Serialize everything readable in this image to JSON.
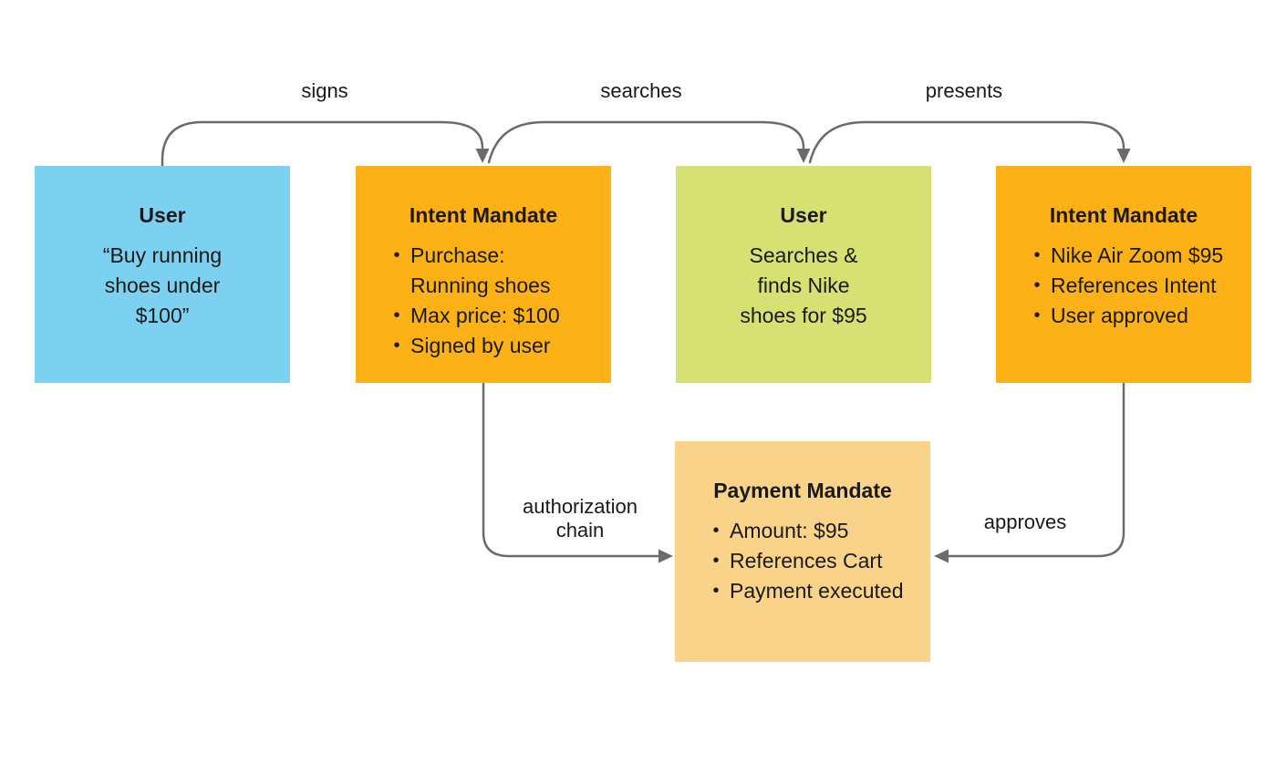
{
  "diagram": {
    "background": "#FFFFFF",
    "arrow_color": "#6B6B6B",
    "text_color": "#1A1A1A",
    "bullet": "•",
    "nodes": [
      {
        "id": "user-request",
        "title": "User",
        "text": "“Buy running\nshoes under\n$100”",
        "color": "#7DD1F0"
      },
      {
        "id": "intent-mandate-signed",
        "title": "Intent Mandate",
        "items": [
          "Purchase:\nRunning shoes",
          "Max price: $100",
          "Signed by user"
        ],
        "color": "#FCB116"
      },
      {
        "id": "user-search",
        "title": "User",
        "text": "Searches &\nfinds Nike\nshoes for $95",
        "color": "#D6E073"
      },
      {
        "id": "intent-mandate-presented",
        "title": "Intent Mandate",
        "items": [
          "Nike Air Zoom $95",
          "References Intent",
          "User approved"
        ],
        "color": "#FCB116"
      },
      {
        "id": "payment-mandate",
        "title": "Payment Mandate",
        "items": [
          "Amount: $95",
          "References Cart",
          "Payment executed"
        ],
        "color": "#FAD38A"
      }
    ],
    "edges": [
      {
        "label": "signs"
      },
      {
        "label": "searches"
      },
      {
        "label": "presents"
      },
      {
        "label": "authorization\nchain"
      },
      {
        "label": "approves"
      }
    ]
  }
}
